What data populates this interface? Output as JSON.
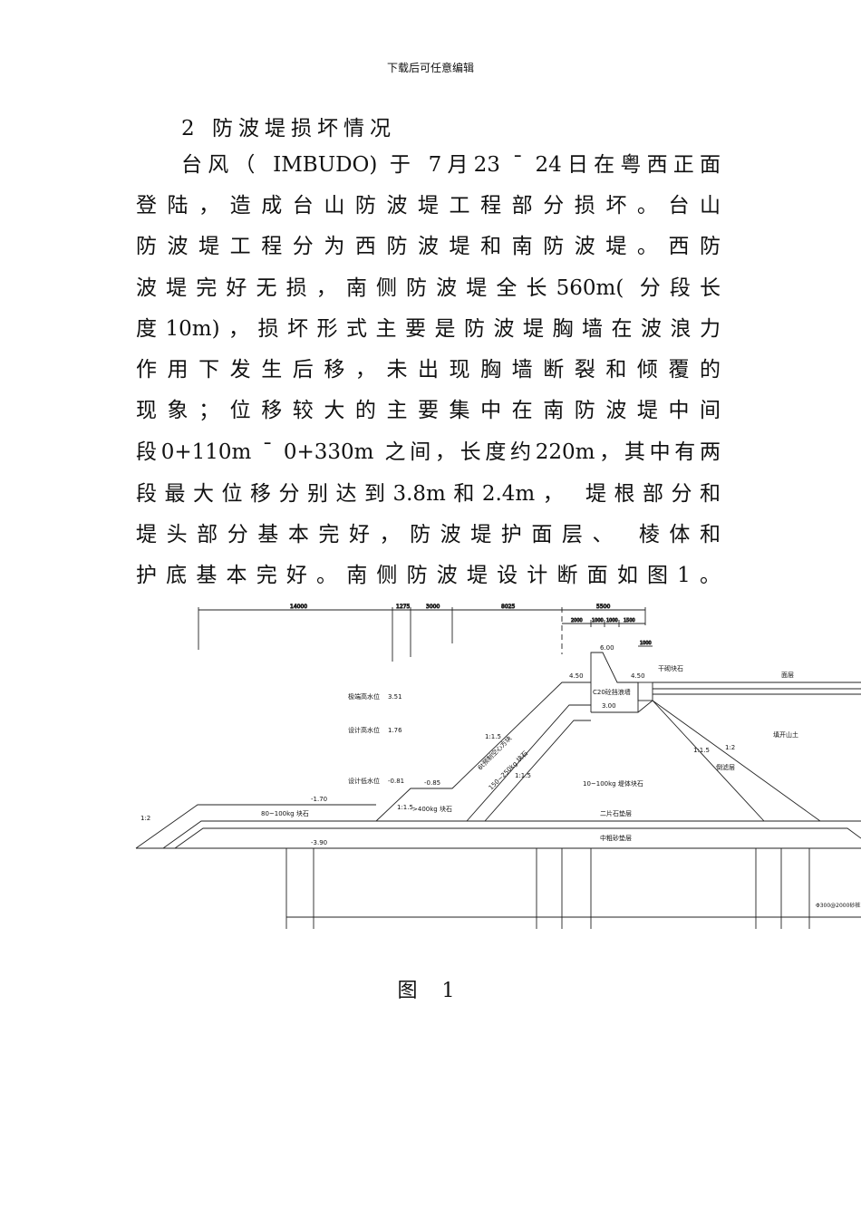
{
  "header": "下载后可任意编辑",
  "heading": "2 防波堤损坏情况",
  "lines": [
    "台风（ IMBUDO) 于 7月23 ¯ 24日在粤西正面",
    "登陆，造成台山防波堤工程部分损坏。台山",
    "防波堤工程分为西防波堤和南防波堤。西防",
    "波堤完好无损，南侧防波堤全长560m( 分段长",
    "度10m)，损坏形式主要是防波堤胸墙在波浪力",
    "作用下发生后移，未出现胸墙断裂和倾覆的",
    "现象；位移较大的主要集中在南防波堤中间",
    "段0+110m ¯ 0+330m 之间，长度约220m，其中有两",
    "段最大位移分别达到3.8m和2.4m， 堤根部分和",
    "堤头部分基本完好，防波堤护面层、 棱体和",
    "护底基本完好。南侧防波堤设计断面如图1。"
  ],
  "drawing": {
    "dims": [
      "14000",
      "1275",
      "3000",
      "8025",
      "5500",
      "2000",
      "1000",
      "1000",
      "1500",
      "1000"
    ],
    "water_levels": [
      {
        "label": "极端高水位",
        "value": "3.51"
      },
      {
        "label": "设计高水位",
        "value": "1.76"
      },
      {
        "label": "设计低水位",
        "value": "-0.81"
      }
    ],
    "elevations": {
      "e1": "-1.70",
      "e2": "-3.90",
      "e3": "-0.85",
      "e4": "4.50",
      "e5": "6.00",
      "e6": "4.50",
      "e7": "3.00"
    },
    "slopes": {
      "s1": "1:2",
      "s2": "1:1.5",
      "s3": "1:1.5",
      "s4": "1:1.5",
      "s5": "1:1.5",
      "s6": "1:2"
    },
    "labels": {
      "armor1": "80~100kg 块石",
      "berm": ">400kg 块石",
      "block": "6t预制空心方块",
      "armor2": "150~250kg 块石",
      "wall": "C20砼挡浪墙",
      "drystone": "干砌块石",
      "surface": "面层",
      "fill": "填开山土",
      "filter": "倒滤层",
      "core": "10~100kg 堤体块石",
      "cushion1": "二片石垫层",
      "cushion2": "中粗砂垫层",
      "piles": "Φ300@2000砂桩"
    }
  },
  "caption": "图 1"
}
